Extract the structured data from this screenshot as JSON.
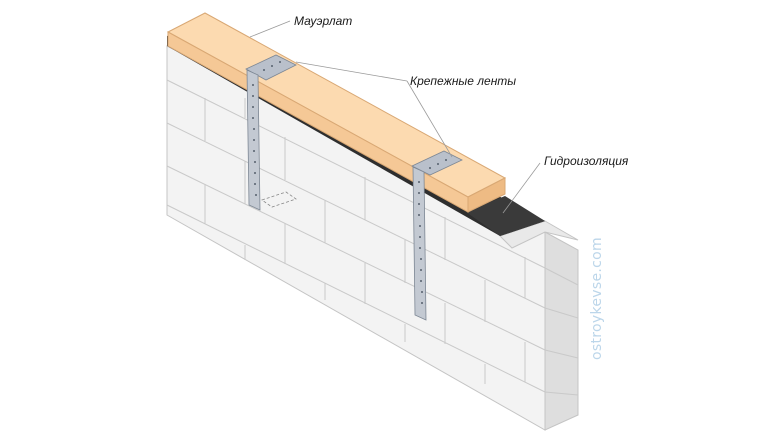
{
  "labels": {
    "mauerlat": "Мауэрлат",
    "straps": "Крепежные ленты",
    "waterproofing": "Гидроизоляция"
  },
  "watermark": "ostroykevse.com",
  "colors": {
    "beam_top": "#fcdab0",
    "beam_front": "#f5c896",
    "beam_end": "#eebb84",
    "waterproofing": "#2e2e2e",
    "wall_face": "#f3f3f3",
    "wall_top": "#e9e9e9",
    "wall_end": "#dedede",
    "mortar": "#c9c9c9",
    "strap": "#b9c0cb",
    "strap_dark": "#8e98a6",
    "leader": "#9a9a9a"
  }
}
